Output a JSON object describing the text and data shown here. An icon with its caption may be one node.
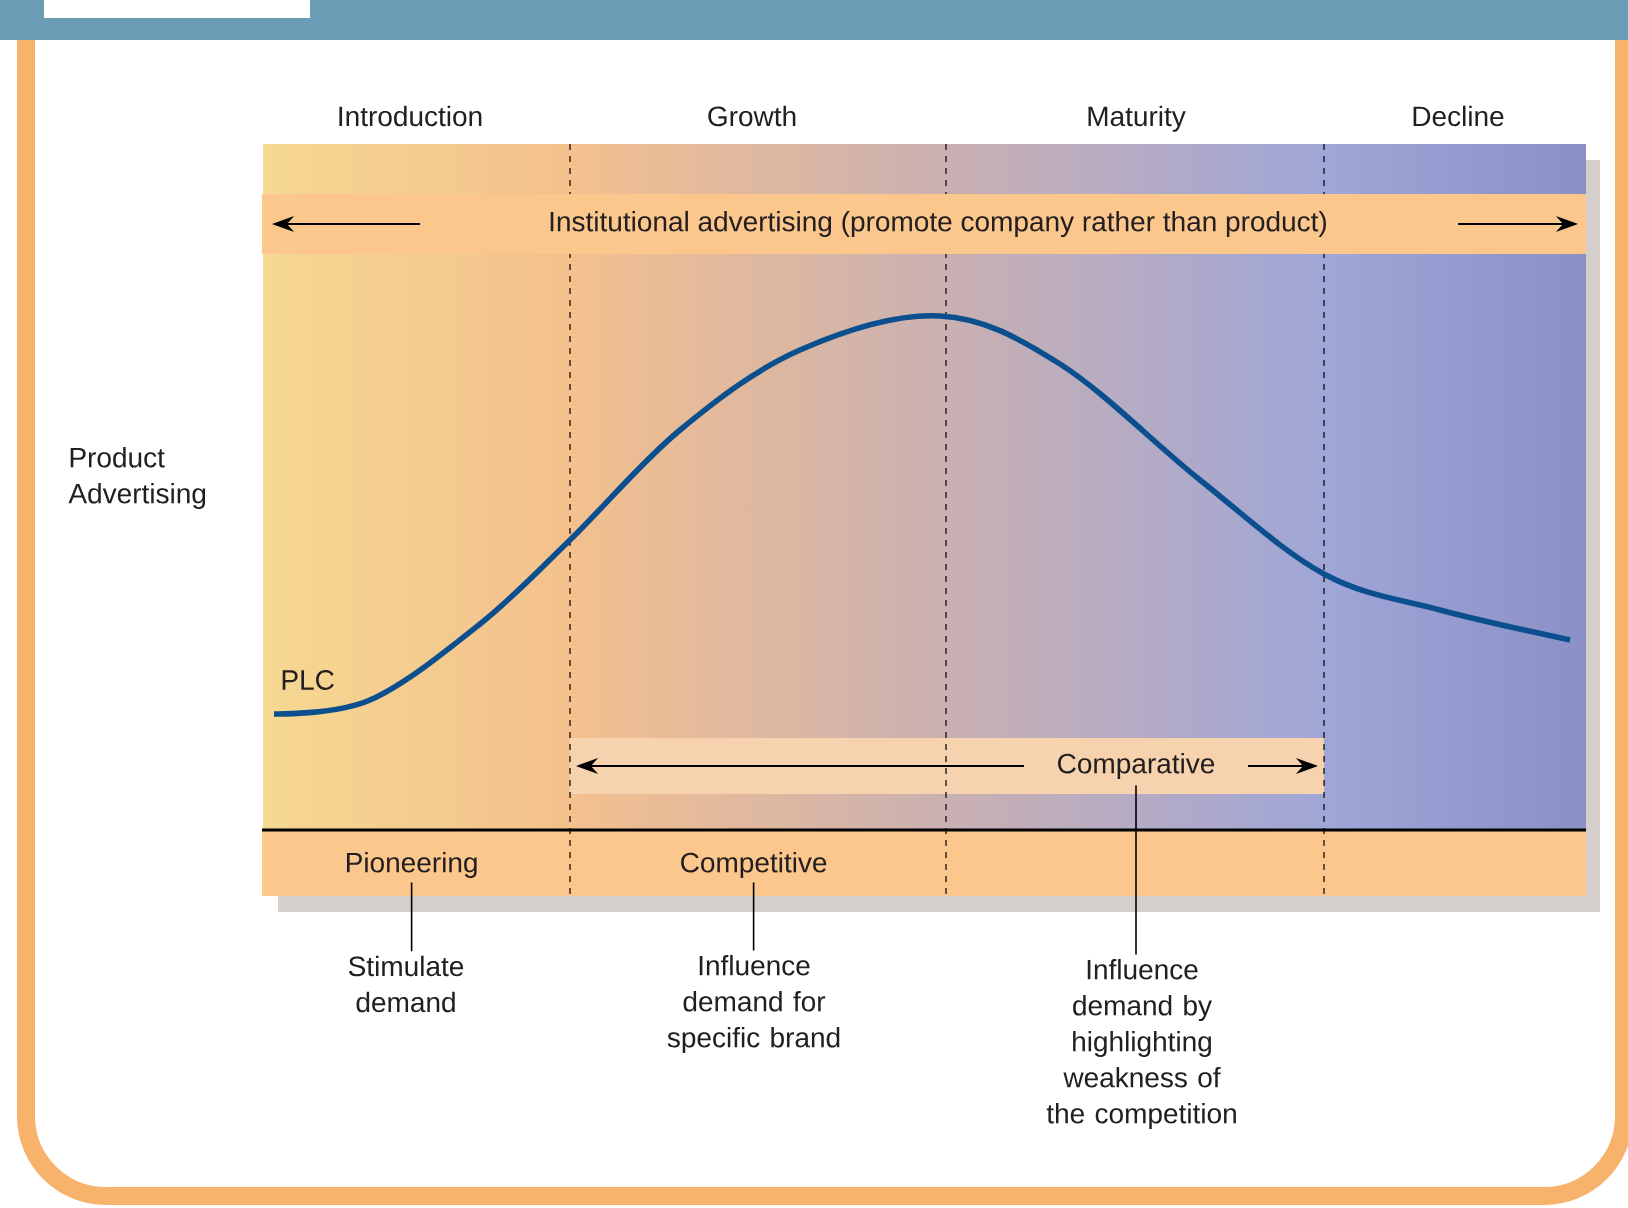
{
  "diagram": {
    "nodes": [
      {
        "text": [
          "Institutional advertising (promote company rather than product)"
        ]
      },
      {
        "text": [
          "Comparative"
        ]
      },
      {
        "text": [],
        "shape": "bar"
      },
      {
        "text": [
          "Pioneering"
        ],
        "in": 2
      },
      {
        "text": [
          "Stimulate demand"
        ]
      },
      {
        "text": [
          "Competitive"
        ],
        "in": 2
      },
      {
        "text": [
          "Influence demand for specific brand"
        ]
      },
      {
        "text": [
          "Influence demand by highlighting weakness of the competition"
        ]
      }
    ],
    "edges": [
      {
        "from": 3,
        "to": 4,
        "arrow": "none"
      },
      {
        "from": 5,
        "to": 6,
        "arrow": "none"
      },
      {
        "from": 1,
        "to": 7,
        "arrow": "none"
      }
    ],
    "labels": [
      "Introduction",
      "Growth",
      "Maturity",
      "Decline",
      "Product Advertising",
      "PLC"
    ]
  }
}
